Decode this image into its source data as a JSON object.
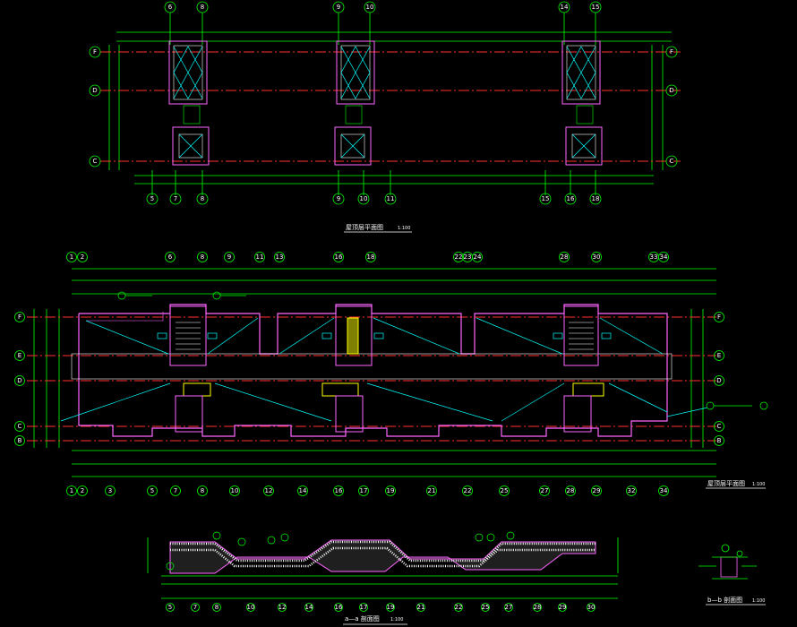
{
  "colors": {
    "background": "#000000",
    "dimension": "#00ff00",
    "axis": "#ff3030",
    "wall": "#ff66ff",
    "slope": "#00ffff",
    "label": "#ffffff",
    "highlight": "#ffff00"
  },
  "top_plan": {
    "axes_top": [
      "6",
      "8",
      "9",
      "10",
      "14",
      "15"
    ],
    "axes_bottom": [
      "5",
      "7",
      "8",
      "9",
      "10",
      "11",
      "15",
      "16",
      "18"
    ],
    "rows_left": [
      "F",
      "D",
      "C"
    ],
    "rows_right": [
      "F",
      "D",
      "C"
    ],
    "title": "屋顶层平面图",
    "scale": "1:100"
  },
  "main_plan": {
    "axes_top": [
      "1",
      "2",
      "6",
      "8",
      "9",
      "11",
      "13",
      "16",
      "18",
      "22",
      "23",
      "24",
      "28",
      "30",
      "33",
      "34"
    ],
    "axes_bottom": [
      "1",
      "2",
      "3",
      "5",
      "7",
      "8",
      "10",
      "12",
      "14",
      "16",
      "17",
      "19",
      "21",
      "22",
      "25",
      "27",
      "28",
      "29",
      "32",
      "34"
    ],
    "rows_left": [
      "F",
      "E",
      "D",
      "C",
      "B"
    ],
    "rows_right": [
      "F",
      "E",
      "D",
      "C",
      "B"
    ],
    "title": "屋顶层平面图",
    "scale": "1:100"
  },
  "section_aa": {
    "axes": [
      "5",
      "7",
      "8",
      "10",
      "12",
      "14",
      "16",
      "17",
      "19",
      "21",
      "22",
      "25",
      "27",
      "28",
      "29",
      "30"
    ],
    "title": "a—a 剖面图",
    "scale": "1:100"
  },
  "section_bb": {
    "title": "b—b 剖面图",
    "scale": "1:100"
  }
}
